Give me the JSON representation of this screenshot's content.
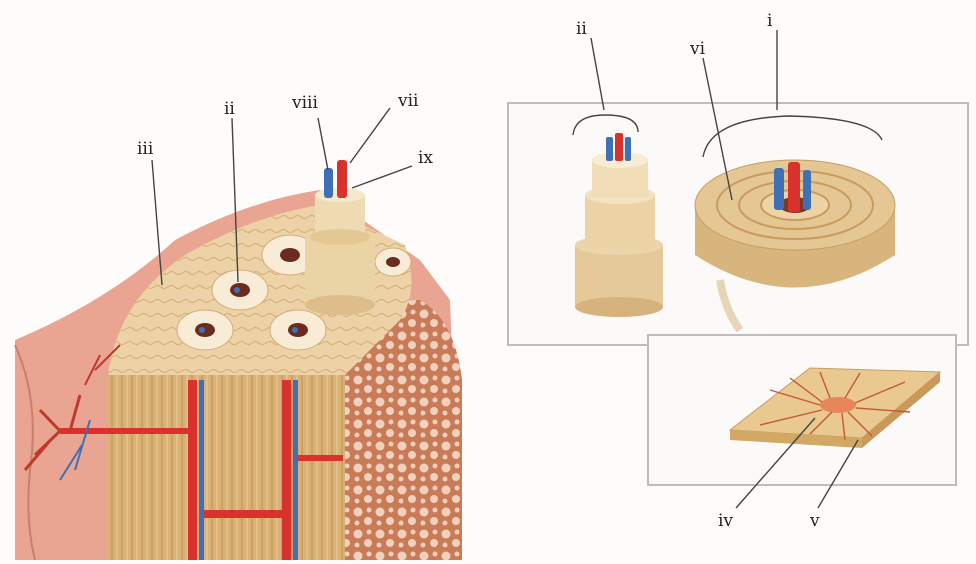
{
  "labels": {
    "i": "i",
    "ii_left": "ii",
    "ii_right": "ii",
    "iii": "iii",
    "iv": "iv",
    "v": "v",
    "vi": "vi",
    "vii": "vii",
    "viii": "viii",
    "ix": "ix"
  },
  "colors": {
    "compact_bone": "#e9cc9c",
    "bone_light": "#f3e2c4",
    "periosteum": "#e7a38f",
    "spongy_bone": "#b45a3c",
    "artery": "#d9312d",
    "vein": "#3f6fb4",
    "inset_border": "#bdbdbd"
  }
}
